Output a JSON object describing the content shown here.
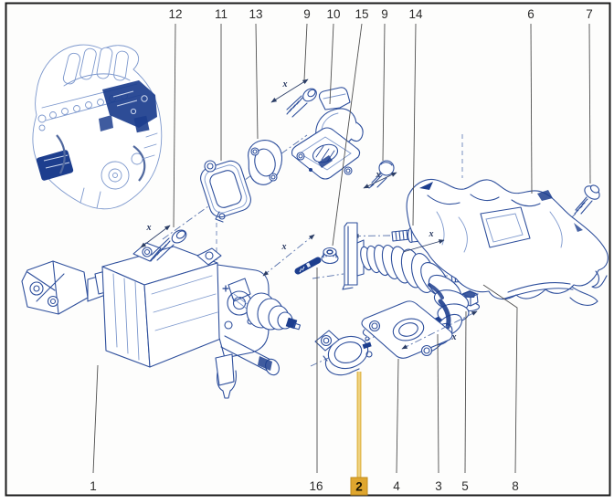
{
  "diagram": {
    "type": "exploded-parts-diagram",
    "dimension_label": "x",
    "highlighted_callout": "2",
    "callouts": {
      "top": [
        {
          "label": "12"
        },
        {
          "label": "11"
        },
        {
          "label": "13"
        },
        {
          "label": "9"
        },
        {
          "label": "10"
        },
        {
          "label": "15"
        },
        {
          "label": "9"
        },
        {
          "label": "14"
        },
        {
          "label": "6"
        },
        {
          "label": "7"
        }
      ],
      "bottom": [
        {
          "label": "1"
        },
        {
          "label": "16"
        },
        {
          "label": "2",
          "highlighted": true
        },
        {
          "label": "4"
        },
        {
          "label": "3"
        },
        {
          "label": "5"
        },
        {
          "label": "8"
        }
      ]
    },
    "colors": {
      "background": "#ffffff",
      "frame": "#1b1b1b",
      "line_primary": "#2e4f9c",
      "line_light": "#7d98cd",
      "fill_navy": "#1d3e8e",
      "leader": "#4f4f4f",
      "label_text": "#2d2d2d",
      "highlight_line": "#e3bb52",
      "highlight_box": "#dfa62e"
    }
  }
}
